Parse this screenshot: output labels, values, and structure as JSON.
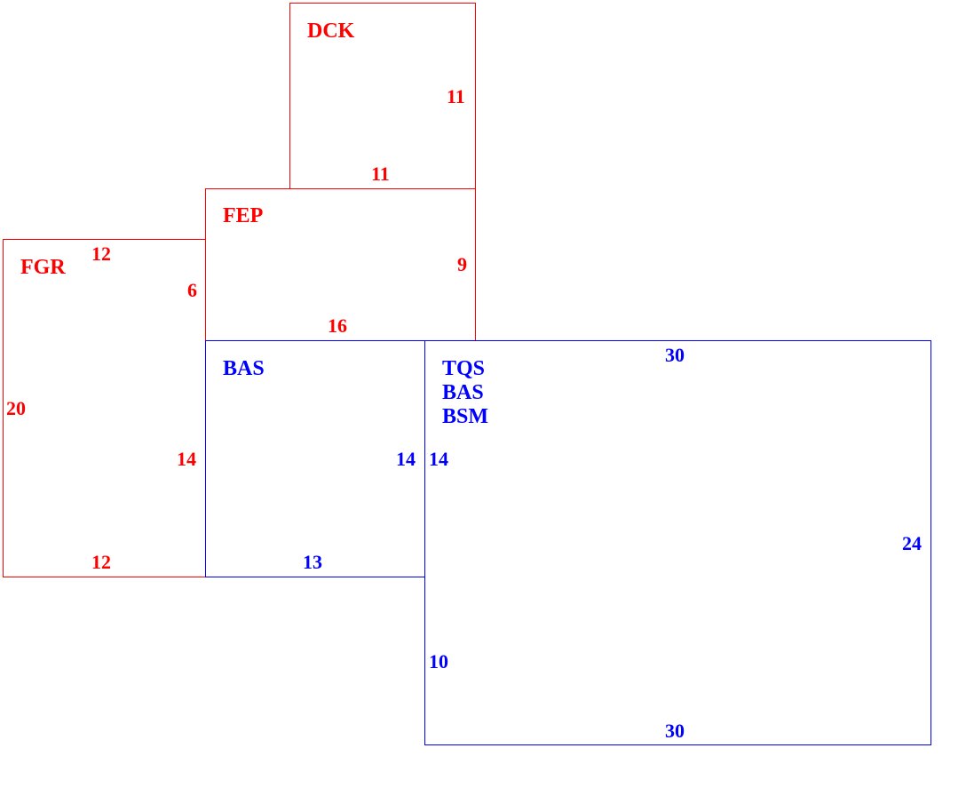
{
  "colors": {
    "red": "#ff0000",
    "blue": "#0000ff"
  },
  "rooms": {
    "dck": {
      "color": "red",
      "names": [
        "DCK"
      ],
      "dims": {
        "right": "11",
        "bottom": "11"
      }
    },
    "fep": {
      "color": "red",
      "names": [
        "FEP"
      ],
      "dims": {
        "right": "9",
        "bottom": "16"
      }
    },
    "fgr": {
      "color": "red",
      "names": [
        "FGR"
      ],
      "dims": {
        "top": "12",
        "right_upper": "6",
        "left": "20",
        "right_lower": "14",
        "bottom": "12"
      }
    },
    "bas": {
      "color": "blue",
      "names": [
        "BAS"
      ],
      "dims": {
        "right": "14",
        "bottom": "13"
      }
    },
    "tqs": {
      "color": "blue",
      "names": [
        "TQS",
        "BAS",
        "BSM"
      ],
      "dims": {
        "top": "30",
        "left_upper": "14",
        "right": "24",
        "left_lower": "10",
        "bottom": "30"
      }
    }
  }
}
